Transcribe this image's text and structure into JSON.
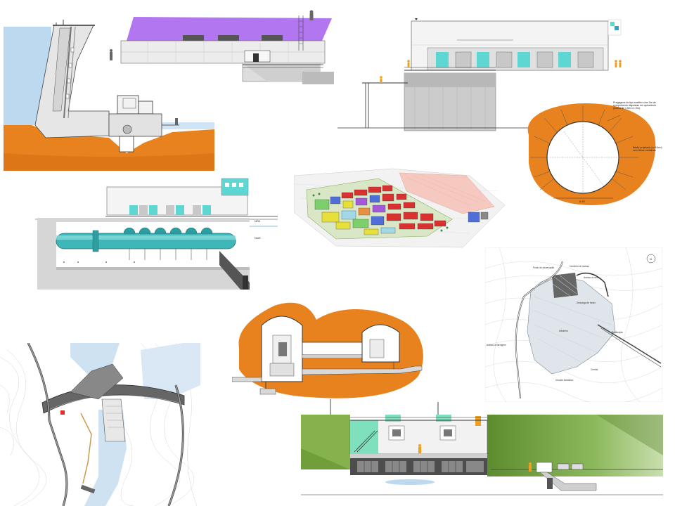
{
  "panels": {
    "tunnel_section": {
      "note_top": "Pregagens do tipo swellex com 3m de comprimento dispostas em quincôncio (malha de 1.5m x 1.5m)",
      "note_side": "Betão projetado (e=10cm) com fibras metálicas",
      "dimension": "6.40"
    },
    "site_plan": {
      "north_label": "N",
      "labels": [
        "Ponto de observação",
        "Acesso à coroa",
        "Caminho de acesso",
        "Descarga de fundo",
        "Acesso à barragem",
        "Albufeira",
        "Circuito hidráulico",
        "Central",
        "Restituição"
      ]
    },
    "longitudinal_section": {
      "levels": [
        "NPA",
        "NmE"
      ]
    }
  },
  "colors": {
    "rock": "#e8821e",
    "building_grey": "#e2e2e2",
    "accent_cyan": "#5ed6d2",
    "accent_violet": "#b277f0",
    "water": "#bcd9ef",
    "grass": "#6f9e3a",
    "figure_orange": "#f0a020"
  }
}
